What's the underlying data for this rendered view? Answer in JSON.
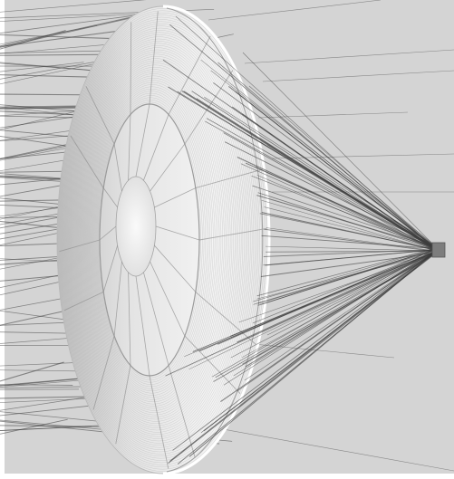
{
  "scene": {
    "background_color": "#d4d4d4",
    "outer_frame_color": "#ffffff",
    "dish_fill_light": "#f3f3f3",
    "dish_fill_dark": "#c6c6c6",
    "rim_color": "#ffffff",
    "ring_line_color": "#9a9a9a",
    "rib_color": "#8c8c8c",
    "ray_color": "#3c3c3c",
    "feed_color": "#7d7d7d",
    "icons": [
      "parabolic-dish",
      "feed-horn",
      "light-rays"
    ]
  }
}
